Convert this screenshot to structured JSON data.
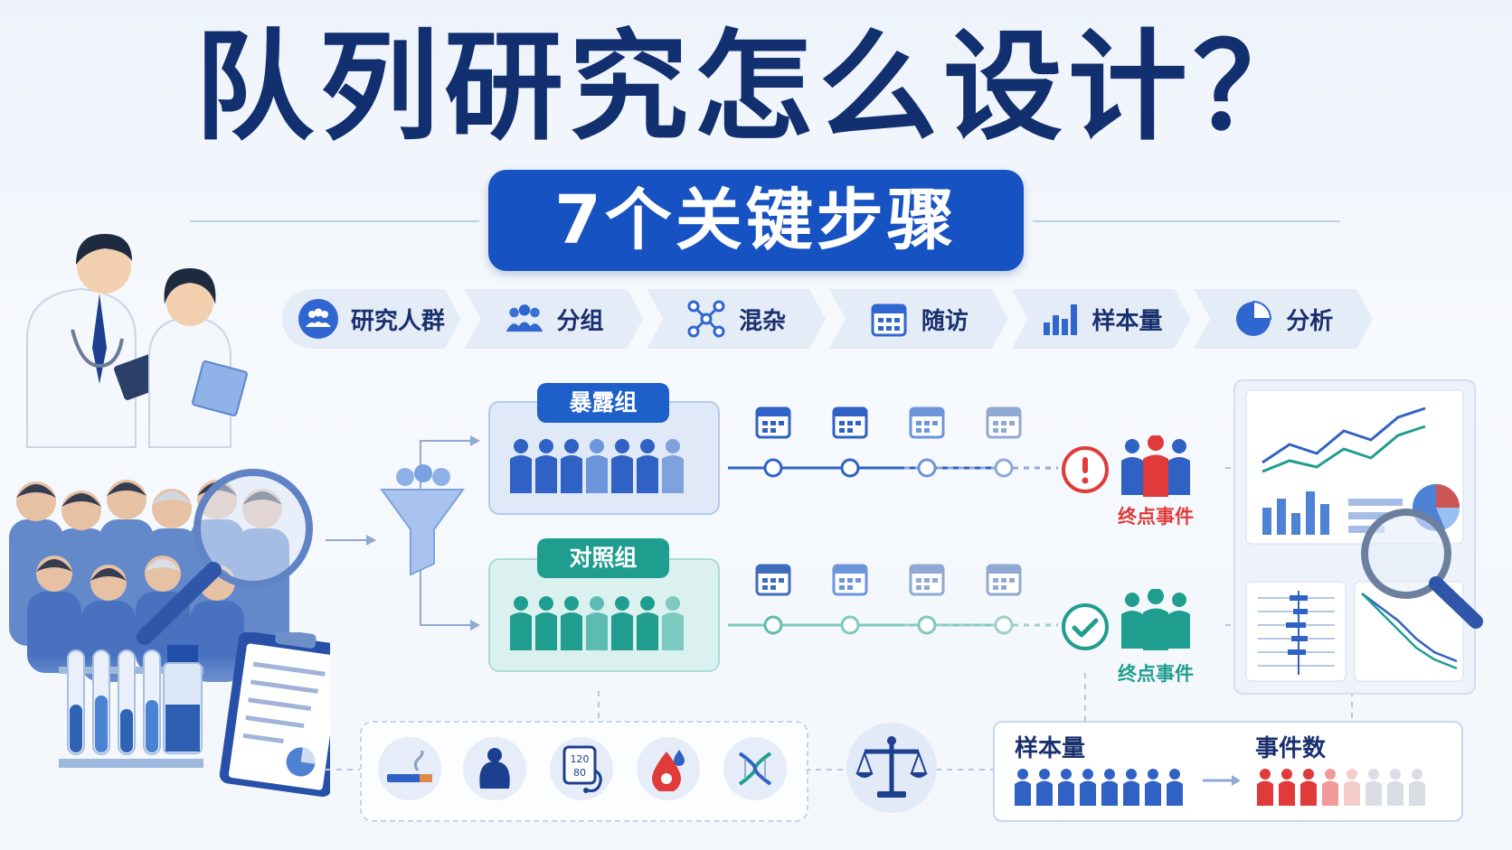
{
  "title": "队列研究怎么设计？",
  "subtitle": "7个关键步骤",
  "steps": [
    {
      "label": "研究人群",
      "icon": "people-icon"
    },
    {
      "label": "分组",
      "icon": "group-icon"
    },
    {
      "label": "混杂",
      "icon": "network-icon"
    },
    {
      "label": "随访",
      "icon": "calendar-icon"
    },
    {
      "label": "样本量",
      "icon": "bar-chart-icon"
    },
    {
      "label": "分析",
      "icon": "pie-chart-icon"
    }
  ],
  "exposed_group": {
    "label": "暴露组",
    "color": "#1f5fc9",
    "endpoint": "终点事件",
    "endpoint_color": "#e03a3a"
  },
  "control_group": {
    "label": "对照组",
    "color": "#1f9e90",
    "endpoint": "终点事件",
    "endpoint_color": "#1f9e90"
  },
  "confounders": [
    "smoking-icon",
    "obesity-icon",
    "blood-pressure-icon",
    "blood-glucose-icon",
    "dna-icon"
  ],
  "blood_pressure_reading": {
    "sys": "120",
    "dia": "80"
  },
  "sample_size": {
    "label": "样本量",
    "events_label": "事件数"
  },
  "colors": {
    "primary": "#1752c3",
    "title": "#12306f",
    "teal": "#1f9e90",
    "red": "#e03a3a"
  }
}
